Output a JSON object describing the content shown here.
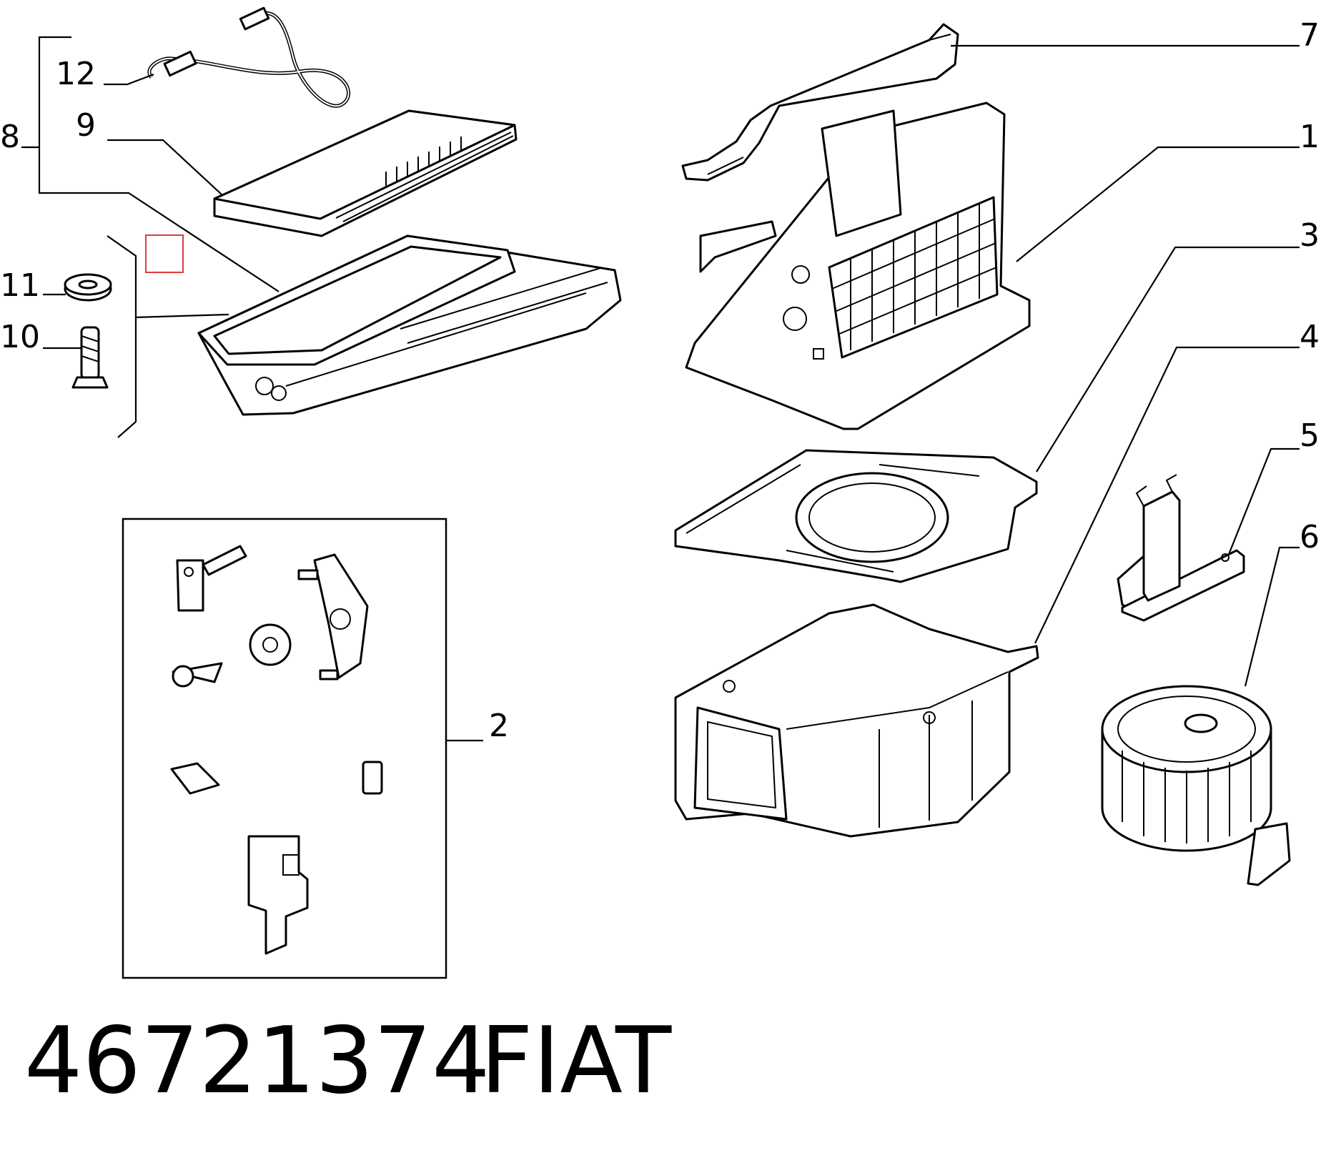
{
  "labels": {
    "n1": "1",
    "n2": "2",
    "n3": "3",
    "n4": "4",
    "n5": "5",
    "n6": "6",
    "n7": "7",
    "n8": "8",
    "n9": "9",
    "n10": "10",
    "n11": "11",
    "n12": "12"
  },
  "footer": {
    "part_number": "46721374",
    "brand": "FIAT"
  },
  "colors": {
    "line": "#000000",
    "background": "#ffffff",
    "highlight": "#e03b3b"
  }
}
